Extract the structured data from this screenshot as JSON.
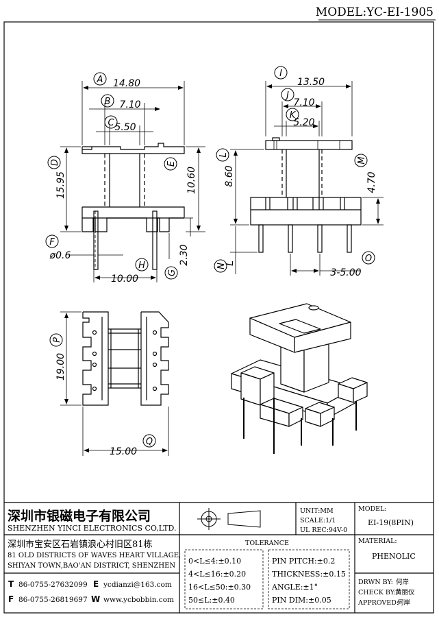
{
  "model_header": "MODEL:YC-EI-1905",
  "views": {
    "front": {
      "callouts": {
        "A": "A",
        "B": "B",
        "C": "C",
        "D": "D",
        "E": "E",
        "F": "F",
        "G": "G",
        "H": "H"
      },
      "dims": {
        "A": "14.80",
        "B": "7.10",
        "C": "5.50",
        "D": "15.95",
        "E": "10.60",
        "F": "ø0.6",
        "G": "2.30",
        "H": "10.00"
      }
    },
    "side": {
      "callouts": {
        "I": "I",
        "J": "J",
        "K": "K",
        "L": "L",
        "M": "M",
        "N": "N",
        "O": "O"
      },
      "dims": {
        "I": "13.50",
        "J": "7.10",
        "K": "5.20",
        "L": "8.60",
        "M": "4.70",
        "N": "L",
        "O": "3-5.00"
      }
    },
    "bottom": {
      "callouts": {
        "P": "P",
        "Q": "Q"
      },
      "dims": {
        "P": "19.00",
        "Q": "15.00"
      }
    }
  },
  "title_block": {
    "company_cn": "深圳市银磁电子有限公司",
    "company_en": "SHENZHEN YINCI ELECTRONICS CO,LTD.",
    "address_cn": "深圳市宝安区石岩镇浪心村旧区81栋",
    "address_en_1": "81 OLD DISTRICTS OF WAVES HEART VILLAGE,",
    "address_en_2": "SHIYAN TOWN,BAO'AN DISTRICT, SHENZHEN",
    "tel_label": "T",
    "tel": "86-0755-27632099",
    "fax_label": "F",
    "fax": "86-0755-26819697",
    "email_label": "E",
    "email": "ycdianzi@163.com",
    "web_label": "W",
    "web": "www.ycbobbin.com",
    "unit": "UNIT:MM",
    "scale": "SCALE:1/1",
    "ul": "UL REC:94V-0",
    "model_label": "MODEL:",
    "model_value": "EI-19(8PIN)",
    "material_label": "MATERIAL:",
    "material_value": "PHENOLIC",
    "tolerance_title": "TOLERANCE",
    "tolerances": [
      "0<L≤4:±0.10",
      "4<L≤16:±0.20",
      "16<L≤50:±0.30",
      "50≤L:±0.40"
    ],
    "tolerances2": [
      "PIN PITCH:±0.2",
      "THICKNESS:±0.15",
      "ANGLE:±1°",
      "PIN DIM:±0.05"
    ],
    "drawn_label": "DRWN BY:",
    "drawn_value": "何岸",
    "check_label": "CHECK BY:",
    "check_value": "黄丽仪",
    "approved_label": "APPROVED:",
    "approved_value": "何岸"
  }
}
